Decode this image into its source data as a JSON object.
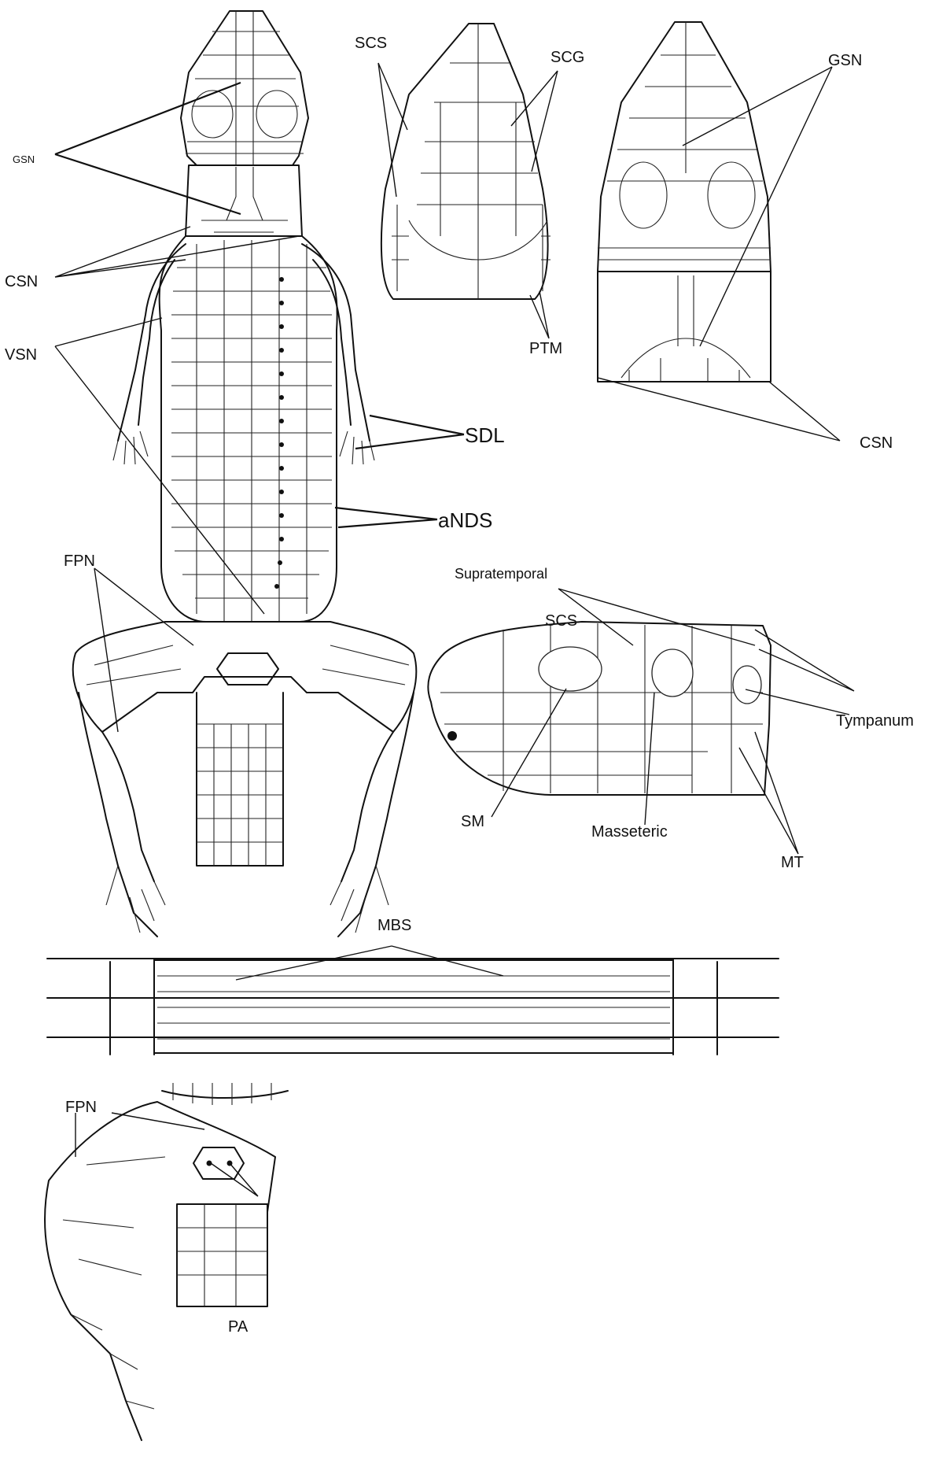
{
  "labels": {
    "gsn_body": "GSN",
    "csn_body": "CSN",
    "vsn_body": "VSN",
    "sdl": "SDL",
    "ands": "aNDS",
    "fpn_body": "FPN",
    "scs_head": "SCS",
    "scg": "SCG",
    "ptm": "PTM",
    "gsn_throat": "GSN",
    "csn_throat": "CSN",
    "supratemporal": "Supratemporal",
    "scs_lateral": "SCS",
    "tympanum": "Tympanum",
    "sm": "SM",
    "masseteric": "Masseteric",
    "mt": "MT",
    "mbs": "MBS",
    "fpn_hind": "FPN",
    "pa": "PA"
  },
  "panels": [
    "dorsal-body",
    "dorsal-head",
    "ventral-throat",
    "lateral-head",
    "midbody-strip",
    "hindlimb-cloacal"
  ]
}
